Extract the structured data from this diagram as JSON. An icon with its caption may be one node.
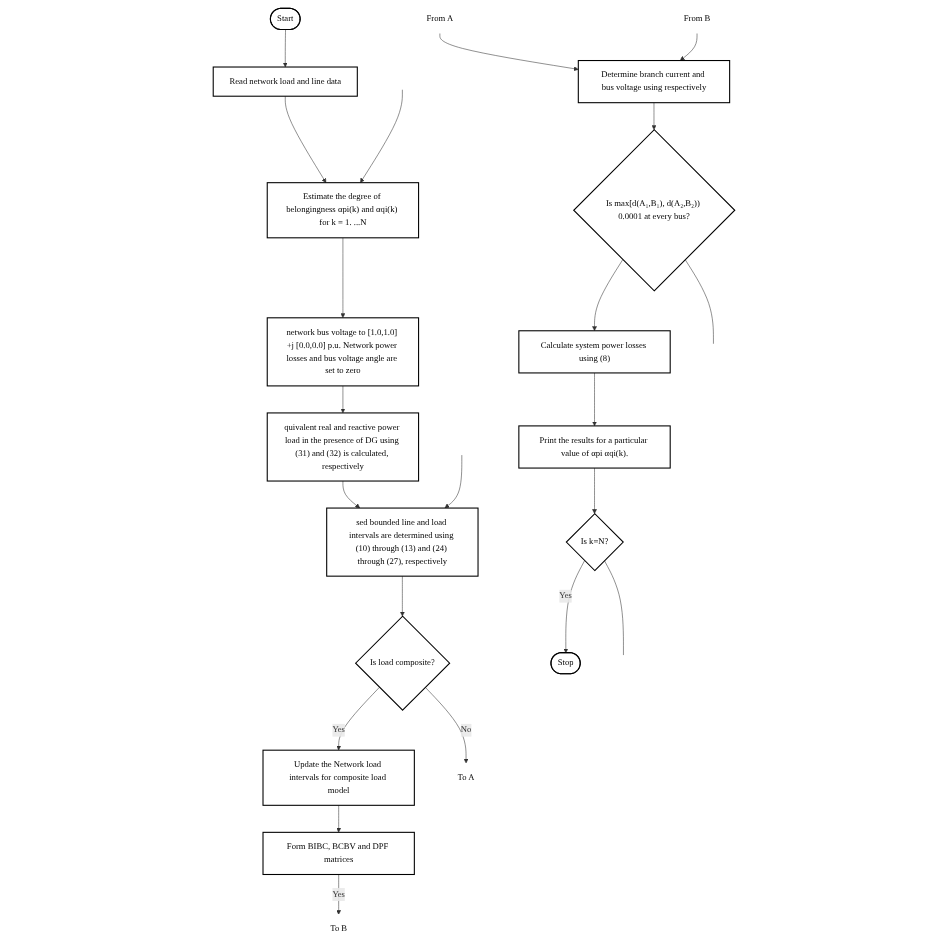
{
  "diagram": {
    "nodes": [
      {
        "text": [
          "Start"
        ]
      },
      {
        "text": [
          "Read network load and line data"
        ]
      },
      {
        "text": [
          "Estimate the degree of belongingness αpi(k) and αqi(k) for k = 1. ...N"
        ]
      },
      {
        "text": [
          "network bus voltage to [1.0,1.0] +j [0.0,0.0] p.u. Network power losses and bus voltage angle are set to zero"
        ]
      },
      {
        "text": [
          "quivalent real and reactive power load in the presence of DG using (31) and (32) is calculated, respectively"
        ]
      },
      {
        "text": [
          "sed bounded line and load intervals are determined using (10) through (13) and (24) through (27), respectively"
        ]
      },
      {
        "text": [
          "Is load composite?"
        ]
      },
      {
        "text": [
          "Update the Network load intervals for composite load model"
        ]
      },
      {
        "text": [
          "Form BIBC, BCBV and DPF matrices"
        ]
      },
      {
        "text": [
          "To B"
        ]
      },
      {
        "text": [
          "To A"
        ]
      },
      {
        "text": [
          "From A"
        ]
      },
      {
        "text": [
          "From B"
        ]
      },
      {
        "text": [
          "Determine branch current and bus voltage using respectively"
        ]
      },
      {
        "text": [
          "Is max[d(A₁,B₁), d(A₂,B₂)) 0.0001 at every bus?"
        ]
      },
      {
        "text": [
          "Calculate system power losses using (8)"
        ]
      },
      {
        "text": [
          "Print the results for a particular value of αpi αqi(k)."
        ]
      },
      {
        "text": [
          "Is k=N?"
        ]
      },
      {
        "text": [
          "Stop"
        ]
      }
    ],
    "edges": [
      {
        "from": 0,
        "to": 1,
        "arrow": "to"
      },
      {
        "from": 1,
        "to": 2,
        "arrow": "to"
      },
      {
        "from": null,
        "to": 2,
        "arrow": "to"
      },
      {
        "from": 2,
        "to": 3,
        "arrow": "to"
      },
      {
        "from": 3,
        "to": 4,
        "arrow": "to"
      },
      {
        "from": 4,
        "to": 5,
        "arrow": "to"
      },
      {
        "from": null,
        "to": 5,
        "arrow": "to"
      },
      {
        "from": 5,
        "to": 6,
        "arrow": "to"
      },
      {
        "from": 6,
        "to": 10,
        "label": "No",
        "arrow": "to"
      },
      {
        "from": 6,
        "to": 7,
        "label": "Yes",
        "arrow": "to"
      },
      {
        "from": 7,
        "to": 8,
        "arrow": "to"
      },
      {
        "from": 8,
        "to": 9,
        "label": "Yes",
        "arrow": "to"
      },
      {
        "from": 11,
        "to": 13,
        "arrow": "to"
      },
      {
        "from": 12,
        "to": 13,
        "arrow": "to"
      },
      {
        "from": 13,
        "to": 14,
        "arrow": "to"
      },
      {
        "from": 14,
        "to": null,
        "arrow": "none"
      },
      {
        "from": 14,
        "to": 15,
        "arrow": "to"
      },
      {
        "from": 15,
        "to": 16,
        "arrow": "to"
      },
      {
        "from": 16,
        "to": 17,
        "arrow": "to"
      },
      {
        "from": 17,
        "to": null,
        "arrow": "none"
      },
      {
        "from": 17,
        "to": 18,
        "label": "Yes",
        "arrow": "to"
      }
    ]
  }
}
